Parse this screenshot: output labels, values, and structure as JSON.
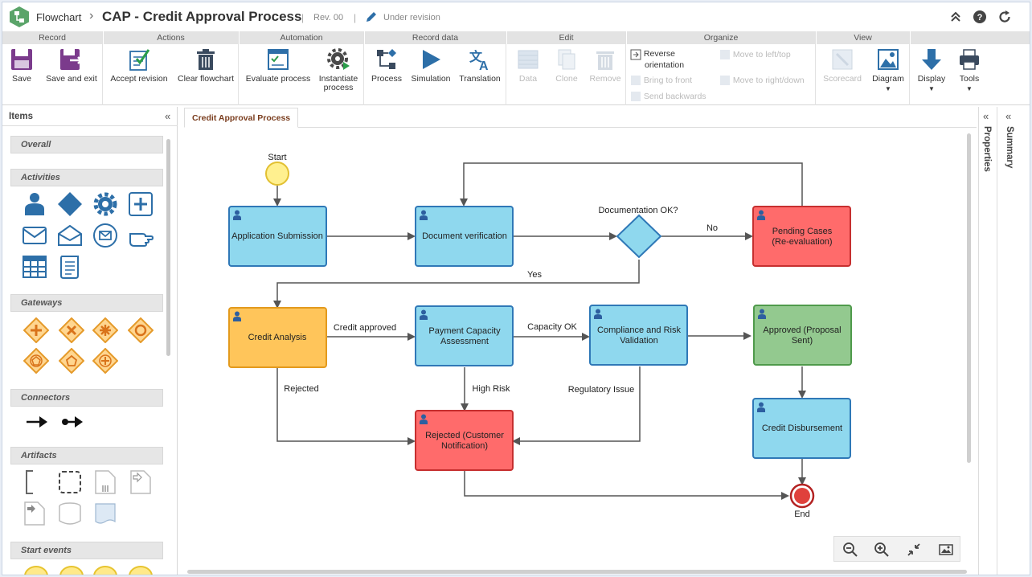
{
  "header": {
    "breadcrumb": "Flowchart",
    "title": "CAP - Credit Approval Process",
    "revision": "Rev. 00",
    "status": "Under revision"
  },
  "ribbon": {
    "record": {
      "title": "Record",
      "save": "Save",
      "save_exit": "Save and exit"
    },
    "actions": {
      "title": "Actions",
      "accept": "Accept revision",
      "clear": "Clear flowchart"
    },
    "automation": {
      "title": "Automation",
      "evaluate": "Evaluate process",
      "instantiate_1": "Instantiate",
      "instantiate_2": "process"
    },
    "record_data": {
      "title": "Record data",
      "process": "Process",
      "simulation": "Simulation",
      "translation": "Translation"
    },
    "edit": {
      "title": "Edit",
      "data": "Data",
      "clone": "Clone",
      "remove": "Remove"
    },
    "organize": {
      "title": "Organize",
      "reverse_1": "Reverse",
      "reverse_2": "orientation",
      "bring_front": "Bring to front",
      "send_back": "Send backwards",
      "move_left": "Move to left/top",
      "move_right": "Move to right/down"
    },
    "view": {
      "title": "View",
      "scorecard": "Scorecard",
      "diagram": "Diagram"
    },
    "misc": {
      "display": "Display",
      "tools": "Tools"
    }
  },
  "items_panel": {
    "title": "Items",
    "sections": {
      "overall": "Overall",
      "activities": "Activities",
      "gateways": "Gateways",
      "connectors": "Connectors",
      "artifacts": "Artifacts",
      "start_events": "Start events"
    }
  },
  "canvas": {
    "tab": "Credit Approval Process",
    "nodes": {
      "start": "Start",
      "app_submission": "Application Submission",
      "doc_verification": "Document verification",
      "doc_ok": "Documentation OK?",
      "pending_1": "Pending Cases",
      "pending_2": "(Re-evaluation)",
      "credit_analysis": "Credit Analysis",
      "payment_1": "Payment Capacity",
      "payment_2": "Assessment",
      "compliance_1": "Compliance and Risk",
      "compliance_2": "Validation",
      "approved_1": "Approved (Proposal",
      "approved_2": "Sent)",
      "rejected_1": "Rejected (Customer",
      "rejected_2": "Notification)",
      "disbursement": "Credit Disbursement",
      "end": "End"
    },
    "edges": {
      "no": "No",
      "yes": "Yes",
      "credit_approved": "Credit approved",
      "capacity_ok": "Capacity OK",
      "rejected": "Rejected",
      "high_risk": "High Risk",
      "regulatory": "Regulatory Issue"
    },
    "colors": {
      "task_blue": "#8fd8ee",
      "task_red": "#ff6b6b",
      "task_orange": "#ffc55a",
      "task_green": "#93c98f",
      "accent": "#2d6fa8"
    }
  },
  "side_panels": {
    "properties": "Properties",
    "summary": "Summary"
  }
}
